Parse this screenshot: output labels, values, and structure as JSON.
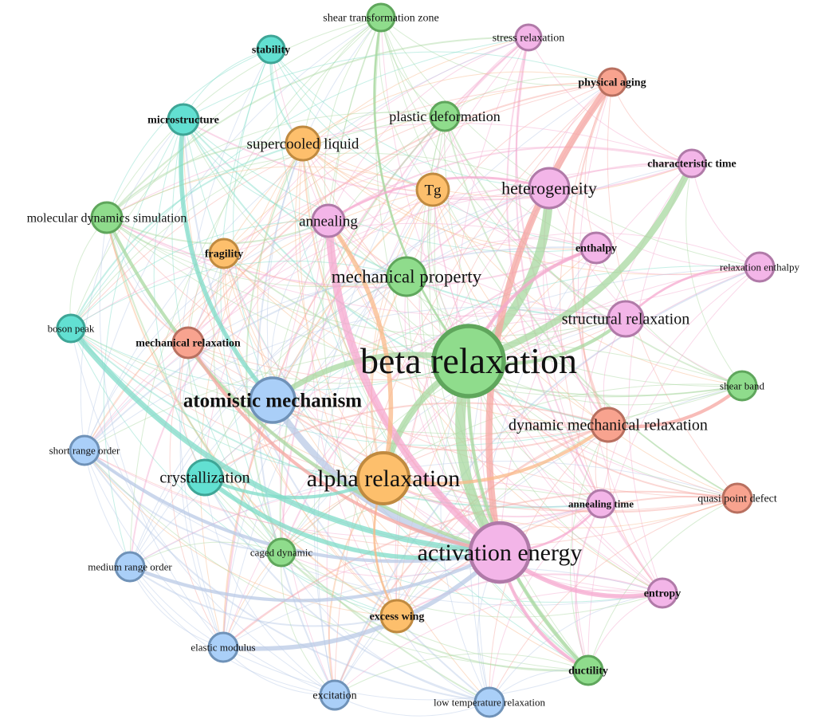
{
  "groups": {
    "green": {
      "fill": "#8fdc8c",
      "stroke": "#5fa65c",
      "edge": "#a8d8a0"
    },
    "pink": {
      "fill": "#f3b5e8",
      "stroke": "#b07aa8",
      "edge": "#f5a8cf"
    },
    "teal": {
      "fill": "#62e0d2",
      "stroke": "#3ea596",
      "edge": "#7fdcc8"
    },
    "orange": {
      "fill": "#fdbf6c",
      "stroke": "#c08a40",
      "edge": "#f9b98a"
    },
    "salmon": {
      "fill": "#f8a38f",
      "stroke": "#b87060",
      "edge": "#f6a6a0"
    },
    "blue": {
      "fill": "#aacff8",
      "stroke": "#6f92b8",
      "edge": "#b9c9e6"
    }
  },
  "nodes": [
    {
      "id": "stz",
      "label": "shear transformation zone",
      "group": "green"
    },
    {
      "id": "sr",
      "label": "stress relaxation",
      "group": "pink"
    },
    {
      "id": "stab",
      "label": "stability",
      "group": "teal"
    },
    {
      "id": "pa",
      "label": "physical aging",
      "group": "salmon"
    },
    {
      "id": "micro",
      "label": "microstructure",
      "group": "teal"
    },
    {
      "id": "pd",
      "label": "plastic deformation",
      "group": "green"
    },
    {
      "id": "scl",
      "label": "supercooled liquid",
      "group": "orange"
    },
    {
      "id": "ct",
      "label": "characteristic time",
      "group": "pink"
    },
    {
      "id": "tg",
      "label": "Tg",
      "group": "orange"
    },
    {
      "id": "het",
      "label": "heterogeneity",
      "group": "pink"
    },
    {
      "id": "mds",
      "label": "molecular dynamics simulation",
      "group": "green"
    },
    {
      "id": "ann",
      "label": "annealing",
      "group": "pink"
    },
    {
      "id": "frag",
      "label": "fragility",
      "group": "orange"
    },
    {
      "id": "enth",
      "label": "enthalpy",
      "group": "pink"
    },
    {
      "id": "re",
      "label": "relaxation enthalpy",
      "group": "pink"
    },
    {
      "id": "mp",
      "label": "mechanical property",
      "group": "green"
    },
    {
      "id": "bp",
      "label": "boson peak",
      "group": "teal"
    },
    {
      "id": "mr",
      "label": "mechanical relaxation",
      "group": "salmon"
    },
    {
      "id": "str",
      "label": "structural relaxation",
      "group": "pink"
    },
    {
      "id": "beta",
      "label": "beta relaxation",
      "group": "green"
    },
    {
      "id": "sb",
      "label": "shear band",
      "group": "green"
    },
    {
      "id": "am",
      "label": "atomistic mechanism",
      "group": "blue"
    },
    {
      "id": "sro",
      "label": "short range order",
      "group": "blue"
    },
    {
      "id": "dmr",
      "label": "dynamic mechanical relaxation",
      "group": "salmon"
    },
    {
      "id": "cry",
      "label": "crystallization",
      "group": "teal"
    },
    {
      "id": "alpha",
      "label": "alpha relaxation",
      "group": "orange"
    },
    {
      "id": "qpd",
      "label": "quasi point defect",
      "group": "salmon"
    },
    {
      "id": "at",
      "label": "annealing time",
      "group": "pink"
    },
    {
      "id": "cd",
      "label": "caged dynamic",
      "group": "green"
    },
    {
      "id": "ae",
      "label": "activation energy",
      "group": "pink"
    },
    {
      "id": "mro",
      "label": "medium range order",
      "group": "blue"
    },
    {
      "id": "ent",
      "label": "entropy",
      "group": "pink"
    },
    {
      "id": "ew",
      "label": "excess wing",
      "group": "orange"
    },
    {
      "id": "em",
      "label": "elastic modulus",
      "group": "blue"
    },
    {
      "id": "duc",
      "label": "ductility",
      "group": "green"
    },
    {
      "id": "exc",
      "label": "excitation",
      "group": "blue"
    },
    {
      "id": "ltr",
      "label": "low temperature relaxation",
      "group": "blue"
    }
  ],
  "strong_edges": [
    [
      "beta",
      "ae",
      9
    ],
    [
      "beta",
      "het",
      8
    ],
    [
      "beta",
      "ct",
      6
    ],
    [
      "beta",
      "alpha",
      6
    ],
    [
      "beta",
      "am",
      5
    ],
    [
      "ann",
      "ae",
      7
    ],
    [
      "am",
      "ae",
      6
    ],
    [
      "micro",
      "am",
      4
    ],
    [
      "bp",
      "ae",
      5
    ],
    [
      "cry",
      "ae",
      4
    ],
    [
      "pa",
      "ae",
      6
    ],
    [
      "alpha",
      "ann",
      4
    ],
    [
      "mds",
      "ae",
      3
    ],
    [
      "em",
      "ae",
      4
    ],
    [
      "mro",
      "ae",
      3
    ],
    [
      "sro",
      "ae",
      3
    ],
    [
      "dmr",
      "sb",
      3
    ],
    [
      "alpha",
      "dmr",
      3
    ],
    [
      "ae",
      "ent",
      4
    ],
    [
      "ae",
      "duc",
      3
    ],
    [
      "beta",
      "duc",
      3
    ],
    [
      "alpha",
      "ew",
      2
    ],
    [
      "beta",
      "str",
      3
    ],
    [
      "mr",
      "ae",
      3
    ],
    [
      "stz",
      "beta",
      2
    ],
    [
      "het",
      "ann",
      2
    ],
    [
      "enth",
      "beta",
      3
    ],
    [
      "re",
      "str",
      2
    ],
    [
      "ae",
      "at",
      2
    ],
    [
      "cry",
      "alpha",
      3
    ]
  ]
}
